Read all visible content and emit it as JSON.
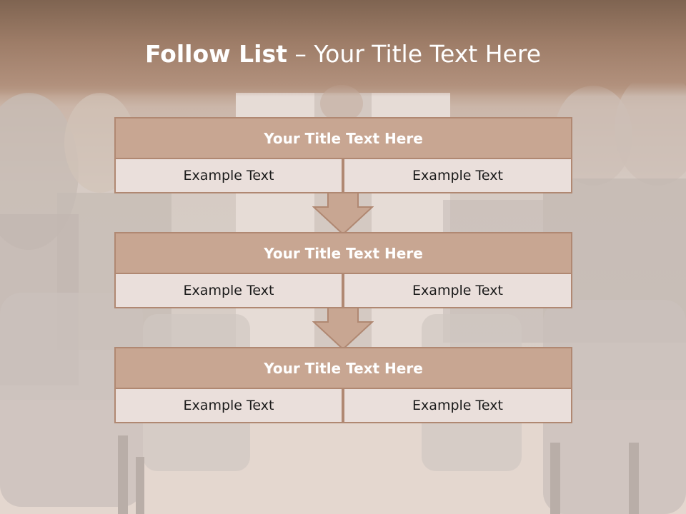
{
  "title": {
    "bold": "Follow List",
    "separator": " – ",
    "rest": "Your Title Text Here"
  },
  "steps": [
    {
      "heading": "Your Title Text Here",
      "left": "Example Text",
      "right": "Example Text"
    },
    {
      "heading": "Your Title Text Here",
      "left": "Example Text",
      "right": "Example Text"
    },
    {
      "heading": "Your Title Text Here",
      "left": "Example Text",
      "right": "Example Text"
    }
  ],
  "colors": {
    "header_band": "#9e7d68",
    "box_fill": "#c8a692",
    "box_border": "#b08872",
    "cell_fill": "#eadfdb"
  }
}
